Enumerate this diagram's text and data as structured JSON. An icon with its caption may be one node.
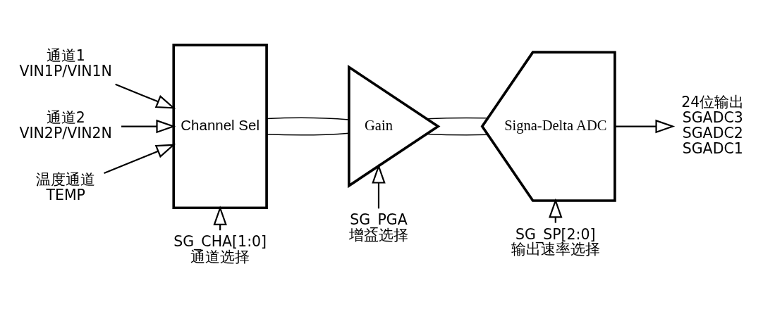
{
  "diagram": {
    "nodes": [
      {
        "text": [
          "通道1",
          "VIN1P/VIN1N"
        ]
      },
      {
        "text": [
          "通道2",
          "VIN2P/VIN2N"
        ]
      },
      {
        "text": [
          "温度通道",
          "TEMP"
        ]
      },
      {
        "text": [
          "Channel Sel"
        ]
      },
      {
        "text": [
          "Gain"
        ]
      },
      {
        "text": [
          "Signa-Delta ADC"
        ]
      },
      {
        "text": [
          "24位输出",
          "SGADC3",
          "SGADC2",
          "SGADC1"
        ]
      },
      {
        "text": [
          "SG_CHA[1:0]",
          "通道选择"
        ]
      },
      {
        "text": [
          "SG_PGA",
          "增益选择"
        ]
      },
      {
        "text": [
          "SG_SP[2:0]",
          "输出速率选择"
        ]
      }
    ],
    "edges": [
      {
        "from": 0,
        "to": 3,
        "arrow": "to"
      },
      {
        "from": 1,
        "to": 3,
        "arrow": "to"
      },
      {
        "from": 2,
        "to": 3,
        "arrow": "to"
      },
      {
        "from": 3,
        "to": 4,
        "arrow": "none"
      },
      {
        "from": 3,
        "to": 4,
        "arrow": "none"
      },
      {
        "from": 4,
        "to": 5,
        "arrow": "none"
      },
      {
        "from": 4,
        "to": 5,
        "arrow": "none"
      },
      {
        "from": 5,
        "to": 6,
        "arrow": "to"
      },
      {
        "from": 7,
        "to": 3,
        "arrow": "to"
      },
      {
        "from": 8,
        "to": 4,
        "arrow": "to"
      },
      {
        "from": 9,
        "to": 5,
        "arrow": "to"
      }
    ]
  }
}
